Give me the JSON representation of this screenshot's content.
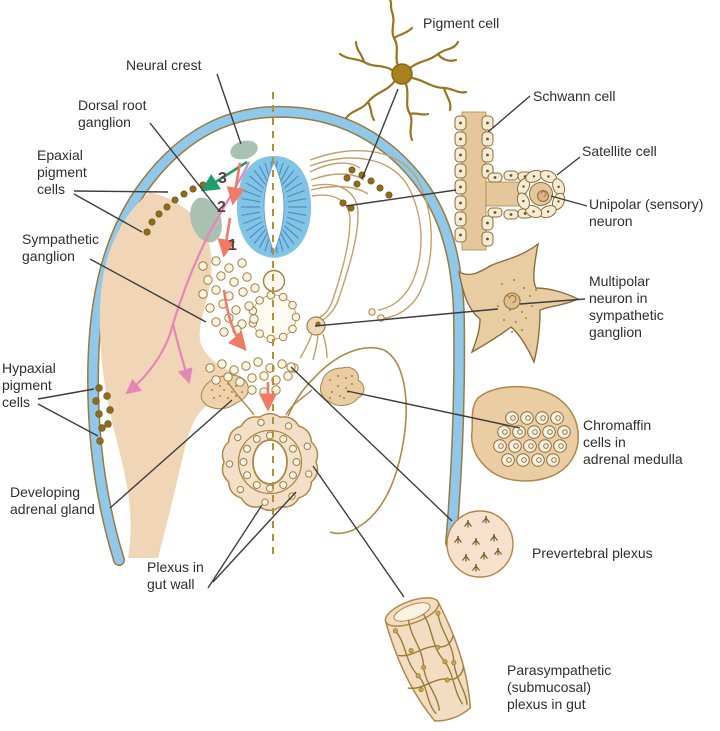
{
  "figure": {
    "labels": {
      "neural_crest": [
        "Neural crest"
      ],
      "dorsal_root_ganglion": [
        "Dorsal root",
        "ganglion"
      ],
      "epaxial_pigment_cells": [
        "Epaxial",
        "pigment",
        "cells"
      ],
      "sympathetic_ganglion": [
        "Sympathetic",
        "ganglion"
      ],
      "hypaxial_pigment_cells": [
        "Hypaxial",
        "pigment",
        "cells"
      ],
      "developing_adrenal_gland": [
        "Developing",
        "adrenal gland"
      ],
      "plexus_in_gut_wall": [
        "Plexus in",
        "gut wall"
      ],
      "pigment_cell": [
        "Pigment cell"
      ],
      "schwann_cell": [
        "Schwann cell"
      ],
      "satellite_cell": [
        "Satellite cell"
      ],
      "unipolar_sensory_neuron": [
        "Unipolar (sensory)",
        "neuron"
      ],
      "multipolar_neuron": [
        "Multipolar",
        "neuron in",
        "sympathetic",
        "ganglion"
      ],
      "chromaffin_cells": [
        "Chromaffin",
        "cells in",
        "adrenal medulla"
      ],
      "prevertebral_plexus": [
        "Prevertebral plexus"
      ],
      "parasympathetic_plexus": [
        "Parasympathetic",
        "(submucosal)",
        "plexus in gut"
      ]
    },
    "route_markers": {
      "r1": "1",
      "r2": "2",
      "r3": "3"
    },
    "colors": {
      "ectoderm_band": "#8FC8E8",
      "band_edge": "#9A7A40",
      "neural_tube": "#82C4E6",
      "neural_tube_striation": "#4E90C0",
      "neural_crest_ganglia": "#A9C0B2",
      "mesenchyme": "#F0D6B6",
      "cell_outline_olive": "#A08040",
      "pigment_brown": "#8F6B1E",
      "route1_red": "#EF7A66",
      "route2_pink": "#E287B8",
      "route3_green": "#1E9E6A",
      "midline_dash": "#B29130",
      "label_text": "#2E2E2E",
      "connector": "#3D3D3D"
    }
  }
}
